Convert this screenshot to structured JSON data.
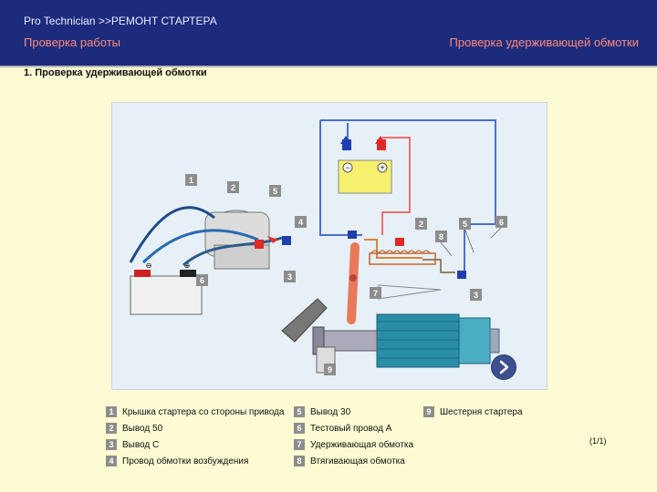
{
  "header": {
    "breadcrumb": "Pro  Technician >>РЕМОНТ СТАРТЕРА",
    "section": "Проверка работы",
    "right_title": "Проверка удерживающей обмотки"
  },
  "subtitle": "1. Проверка удерживающей обмотки",
  "diagram": {
    "callouts": [
      "1",
      "2",
      "5",
      "4",
      "3",
      "6",
      "2",
      "8",
      "5",
      "6",
      "7",
      "3",
      "9"
    ],
    "battery_signs": [
      "−",
      "+",
      "⊖",
      "⊕"
    ]
  },
  "legend": [
    {
      "num": "1",
      "text": "Крышка стартера со стороны привода"
    },
    {
      "num": "2",
      "text": "Вывод 50"
    },
    {
      "num": "3",
      "text": "Вывод C"
    },
    {
      "num": "4",
      "text": "Провод обмотки возбуждения"
    },
    {
      "num": "5",
      "text": "Вывод 30"
    },
    {
      "num": "6",
      "text": "Тестовый провод A"
    },
    {
      "num": "7",
      "text": "Удерживающая обмотка"
    },
    {
      "num": "8",
      "text": "Втягивающая обмотка"
    },
    {
      "num": "9",
      "text": "Шестерня стартера"
    }
  ],
  "pager": "(1/1)",
  "icons": {
    "next": "next-arrow-icon"
  },
  "colors": {
    "header_bg": "#1d2b7d",
    "accent_text": "#ff8a7a",
    "page_bg": "#fdfbd3"
  }
}
